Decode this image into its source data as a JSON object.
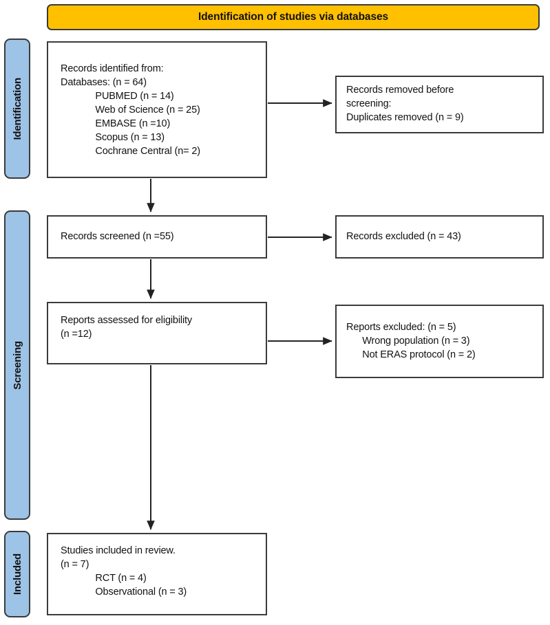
{
  "banner": {
    "title": "Identification of studies via databases",
    "bg_color": "#FFC000"
  },
  "rails": {
    "bg_color": "#9DC3E6",
    "items": [
      {
        "label": "Identification"
      },
      {
        "label": "Screening"
      },
      {
        "label": "Included"
      }
    ]
  },
  "boxes": {
    "identified": {
      "text": "Records identified from:\nDatabases: (n = 64)\n             PUBMED (n = 14)\n             Web of Science (n = 25)\n             EMBASE (n =10)\n             Scopus (n = 13)\n             Cochrane Central (n= 2)"
    },
    "removed": {
      "text": "Records removed before\nscreening:\nDuplicates removed (n = 9)"
    },
    "screened": {
      "text": "Records screened (n =55)"
    },
    "excluded": {
      "text": "Records excluded (n = 43)"
    },
    "eligibility": {
      "text": "Reports assessed for eligibility\n(n =12)"
    },
    "reports_excluded": {
      "text": "Reports excluded: (n = 5)\n      Wrong population (n = 3)\n      Not ERAS protocol (n = 2)"
    },
    "included": {
      "text": "Studies included in review.\n(n = 7)\n             RCT (n = 4)\n             Observational (n = 3)"
    }
  },
  "chart_data": {
    "type": "diagram",
    "title": "Identification of studies via databases",
    "stages": [
      "Identification",
      "Screening",
      "Included"
    ],
    "nodes": [
      {
        "id": "identified",
        "stage": "Identification",
        "label": "Records identified from: Databases",
        "n": 64,
        "breakdown": [
          {
            "source": "PUBMED",
            "n": 14
          },
          {
            "source": "Web of Science",
            "n": 25
          },
          {
            "source": "EMBASE",
            "n": 10
          },
          {
            "source": "Scopus",
            "n": 13
          },
          {
            "source": "Cochrane Central",
            "n": 2
          }
        ]
      },
      {
        "id": "removed",
        "stage": "Identification",
        "label": "Records removed before screening: Duplicates removed",
        "n": 9
      },
      {
        "id": "screened",
        "stage": "Screening",
        "label": "Records screened",
        "n": 55
      },
      {
        "id": "excluded",
        "stage": "Screening",
        "label": "Records excluded",
        "n": 43
      },
      {
        "id": "eligibility",
        "stage": "Screening",
        "label": "Reports assessed for eligibility",
        "n": 12
      },
      {
        "id": "reports_excluded",
        "stage": "Screening",
        "label": "Reports excluded",
        "n": 5,
        "breakdown": [
          {
            "reason": "Wrong population",
            "n": 3
          },
          {
            "reason": "Not ERAS protocol",
            "n": 2
          }
        ]
      },
      {
        "id": "included",
        "stage": "Included",
        "label": "Studies included in review",
        "n": 7,
        "breakdown": [
          {
            "design": "RCT",
            "n": 4
          },
          {
            "design": "Observational",
            "n": 3
          }
        ]
      }
    ],
    "edges": [
      {
        "from": "identified",
        "to": "removed"
      },
      {
        "from": "identified",
        "to": "screened"
      },
      {
        "from": "screened",
        "to": "excluded"
      },
      {
        "from": "screened",
        "to": "eligibility"
      },
      {
        "from": "eligibility",
        "to": "reports_excluded"
      },
      {
        "from": "eligibility",
        "to": "included"
      }
    ]
  }
}
